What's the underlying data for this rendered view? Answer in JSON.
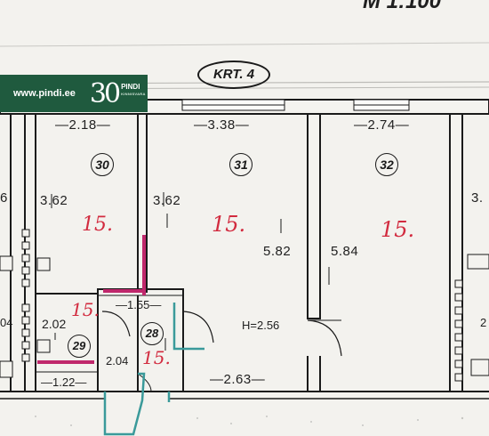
{
  "header": {
    "scale": "M 1:100",
    "corridor_label": "KRT. 4"
  },
  "brand": {
    "url": "www.pindi.ee",
    "anniversary": "30",
    "name": "PINDI",
    "tagline": "KINNISVARA"
  },
  "rooms": [
    {
      "number": "30",
      "width": "2.18",
      "length": "3.62",
      "mark": "15."
    },
    {
      "number": "31",
      "width": "3.38",
      "length": "3.62",
      "length2": "5.82",
      "bottom": "2.63",
      "height": "H=2.56",
      "mark": "15."
    },
    {
      "number": "32",
      "width": "2.74",
      "length": "5.84",
      "mark": "15."
    },
    {
      "number": "29",
      "width": "1.22",
      "length": "2.02",
      "mark": "15."
    },
    {
      "number": "28",
      "width": "1.55",
      "length": "2.04",
      "mark": "15."
    }
  ],
  "edge_left": {
    "value_top": "6",
    "value_mid": "04"
  },
  "edge_right": {
    "value_top": "3.",
    "value_mid": "2"
  }
}
